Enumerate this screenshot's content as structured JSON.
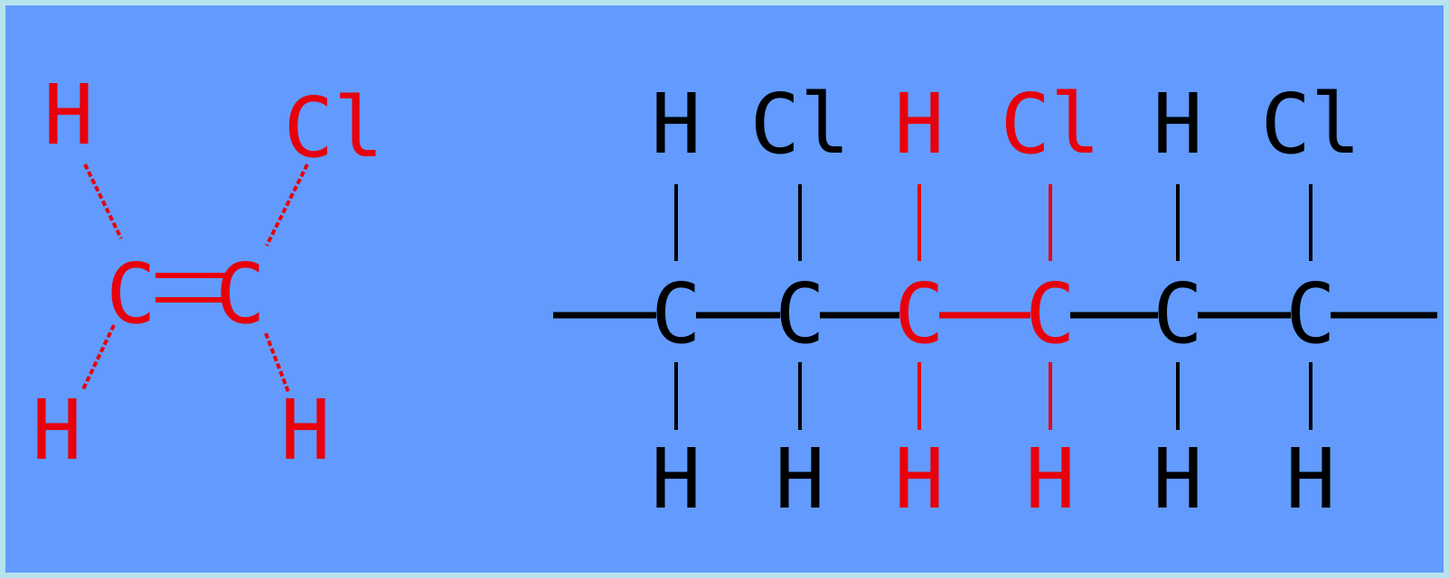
{
  "colors": {
    "background": "#629bfd",
    "border": "#b7e3ee",
    "monomer": "#e8000b",
    "highlight": "#e8000b",
    "chain": "#000000"
  },
  "monomer": {
    "carbon_left": "C",
    "carbon_right": "C",
    "top_left": "H",
    "top_right": "Cl",
    "bottom_left": "H",
    "bottom_right": "H"
  },
  "polymer": {
    "units": [
      {
        "top": "H",
        "carbon": "C",
        "bottom": "H",
        "color": "#000000"
      },
      {
        "top": "Cl",
        "carbon": "C",
        "bottom": "H",
        "color": "#000000"
      },
      {
        "top": "H",
        "carbon": "C",
        "bottom": "H",
        "color": "#e8000b"
      },
      {
        "top": "Cl",
        "carbon": "C",
        "bottom": "H",
        "color": "#e8000b"
      },
      {
        "top": "H",
        "carbon": "C",
        "bottom": "H",
        "color": "#000000"
      },
      {
        "top": "Cl",
        "carbon": "C",
        "bottom": "H",
        "color": "#000000"
      }
    ]
  }
}
